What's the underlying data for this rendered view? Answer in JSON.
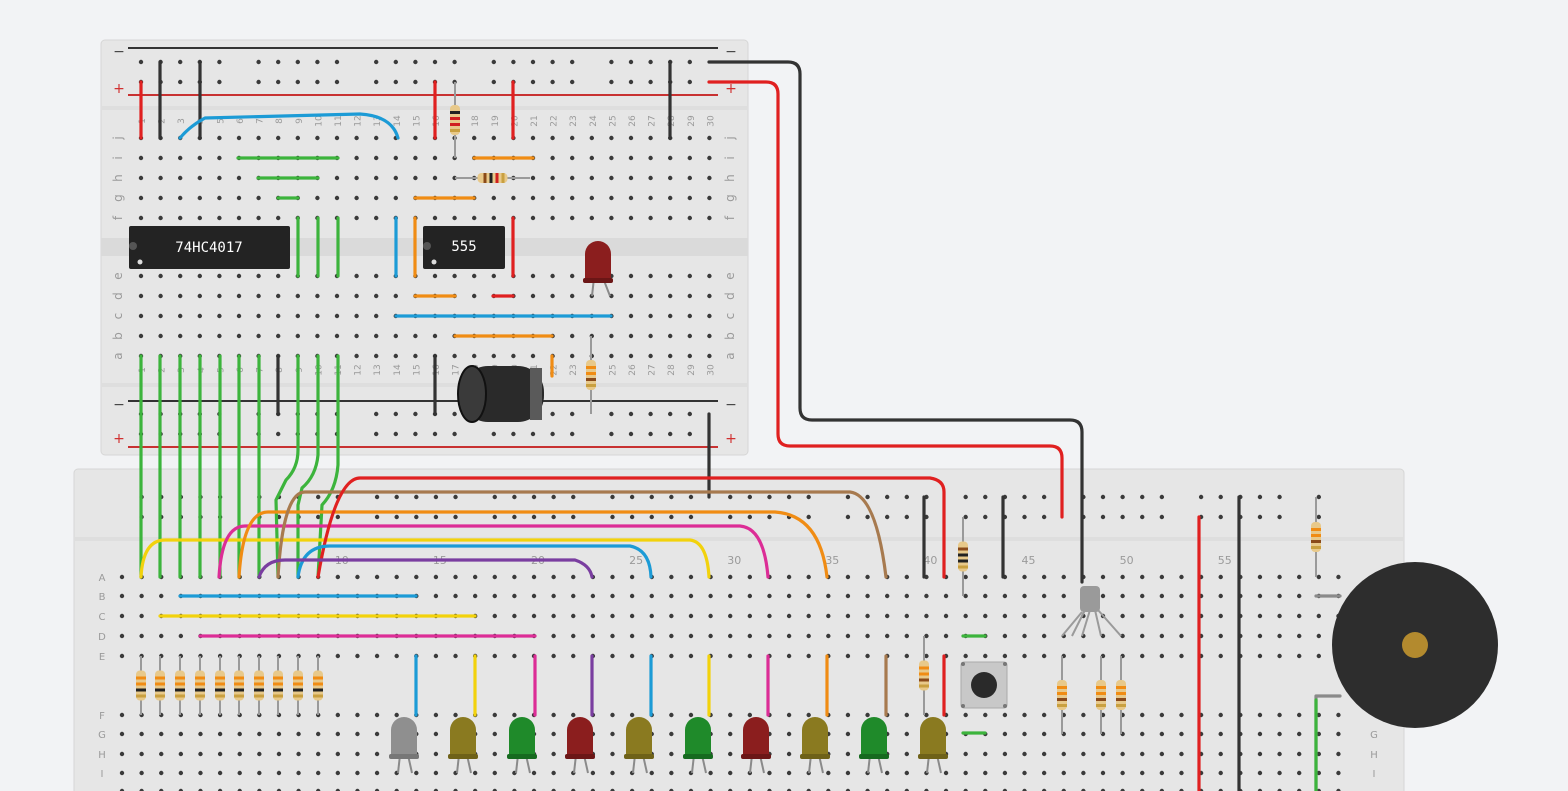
{
  "chips": [
    {
      "label": "74HC4017"
    },
    {
      "label": "555"
    }
  ],
  "board1": {
    "rail_minus": "−",
    "rail_plus": "+",
    "row_letters_top": [
      "j",
      "i",
      "h",
      "g",
      "f"
    ],
    "row_letters_bottom": [
      "e",
      "d",
      "c",
      "b",
      "a"
    ],
    "column_numbers": [
      "1",
      "2",
      "3",
      "4",
      "5",
      "6",
      "7",
      "8",
      "9",
      "10",
      "11",
      "12",
      "13",
      "14",
      "15",
      "16",
      "17",
      "18",
      "19",
      "20",
      "21",
      "22",
      "23",
      "24",
      "25",
      "26",
      "27",
      "28",
      "29",
      "30"
    ]
  },
  "board2": {
    "row_letters_left": [
      "A",
      "B",
      "C",
      "D",
      "E",
      "F",
      "G",
      "H",
      "I"
    ],
    "row_letters_right": [
      "G",
      "H",
      "I"
    ],
    "column_numbers": [
      "10",
      "15",
      "20",
      "25",
      "30",
      "35",
      "40",
      "45",
      "50",
      "55"
    ]
  },
  "colors": {
    "wire_red": "#e02020",
    "wire_black": "#333333",
    "wire_green": "#3cb43c",
    "wire_blue": "#1c9bd6",
    "wire_orange": "#f08c14",
    "wire_yellow": "#f2d20c",
    "wire_pink": "#dc2d96",
    "wire_purple": "#7a3ea0",
    "wire_brown": "#a77a4f"
  }
}
